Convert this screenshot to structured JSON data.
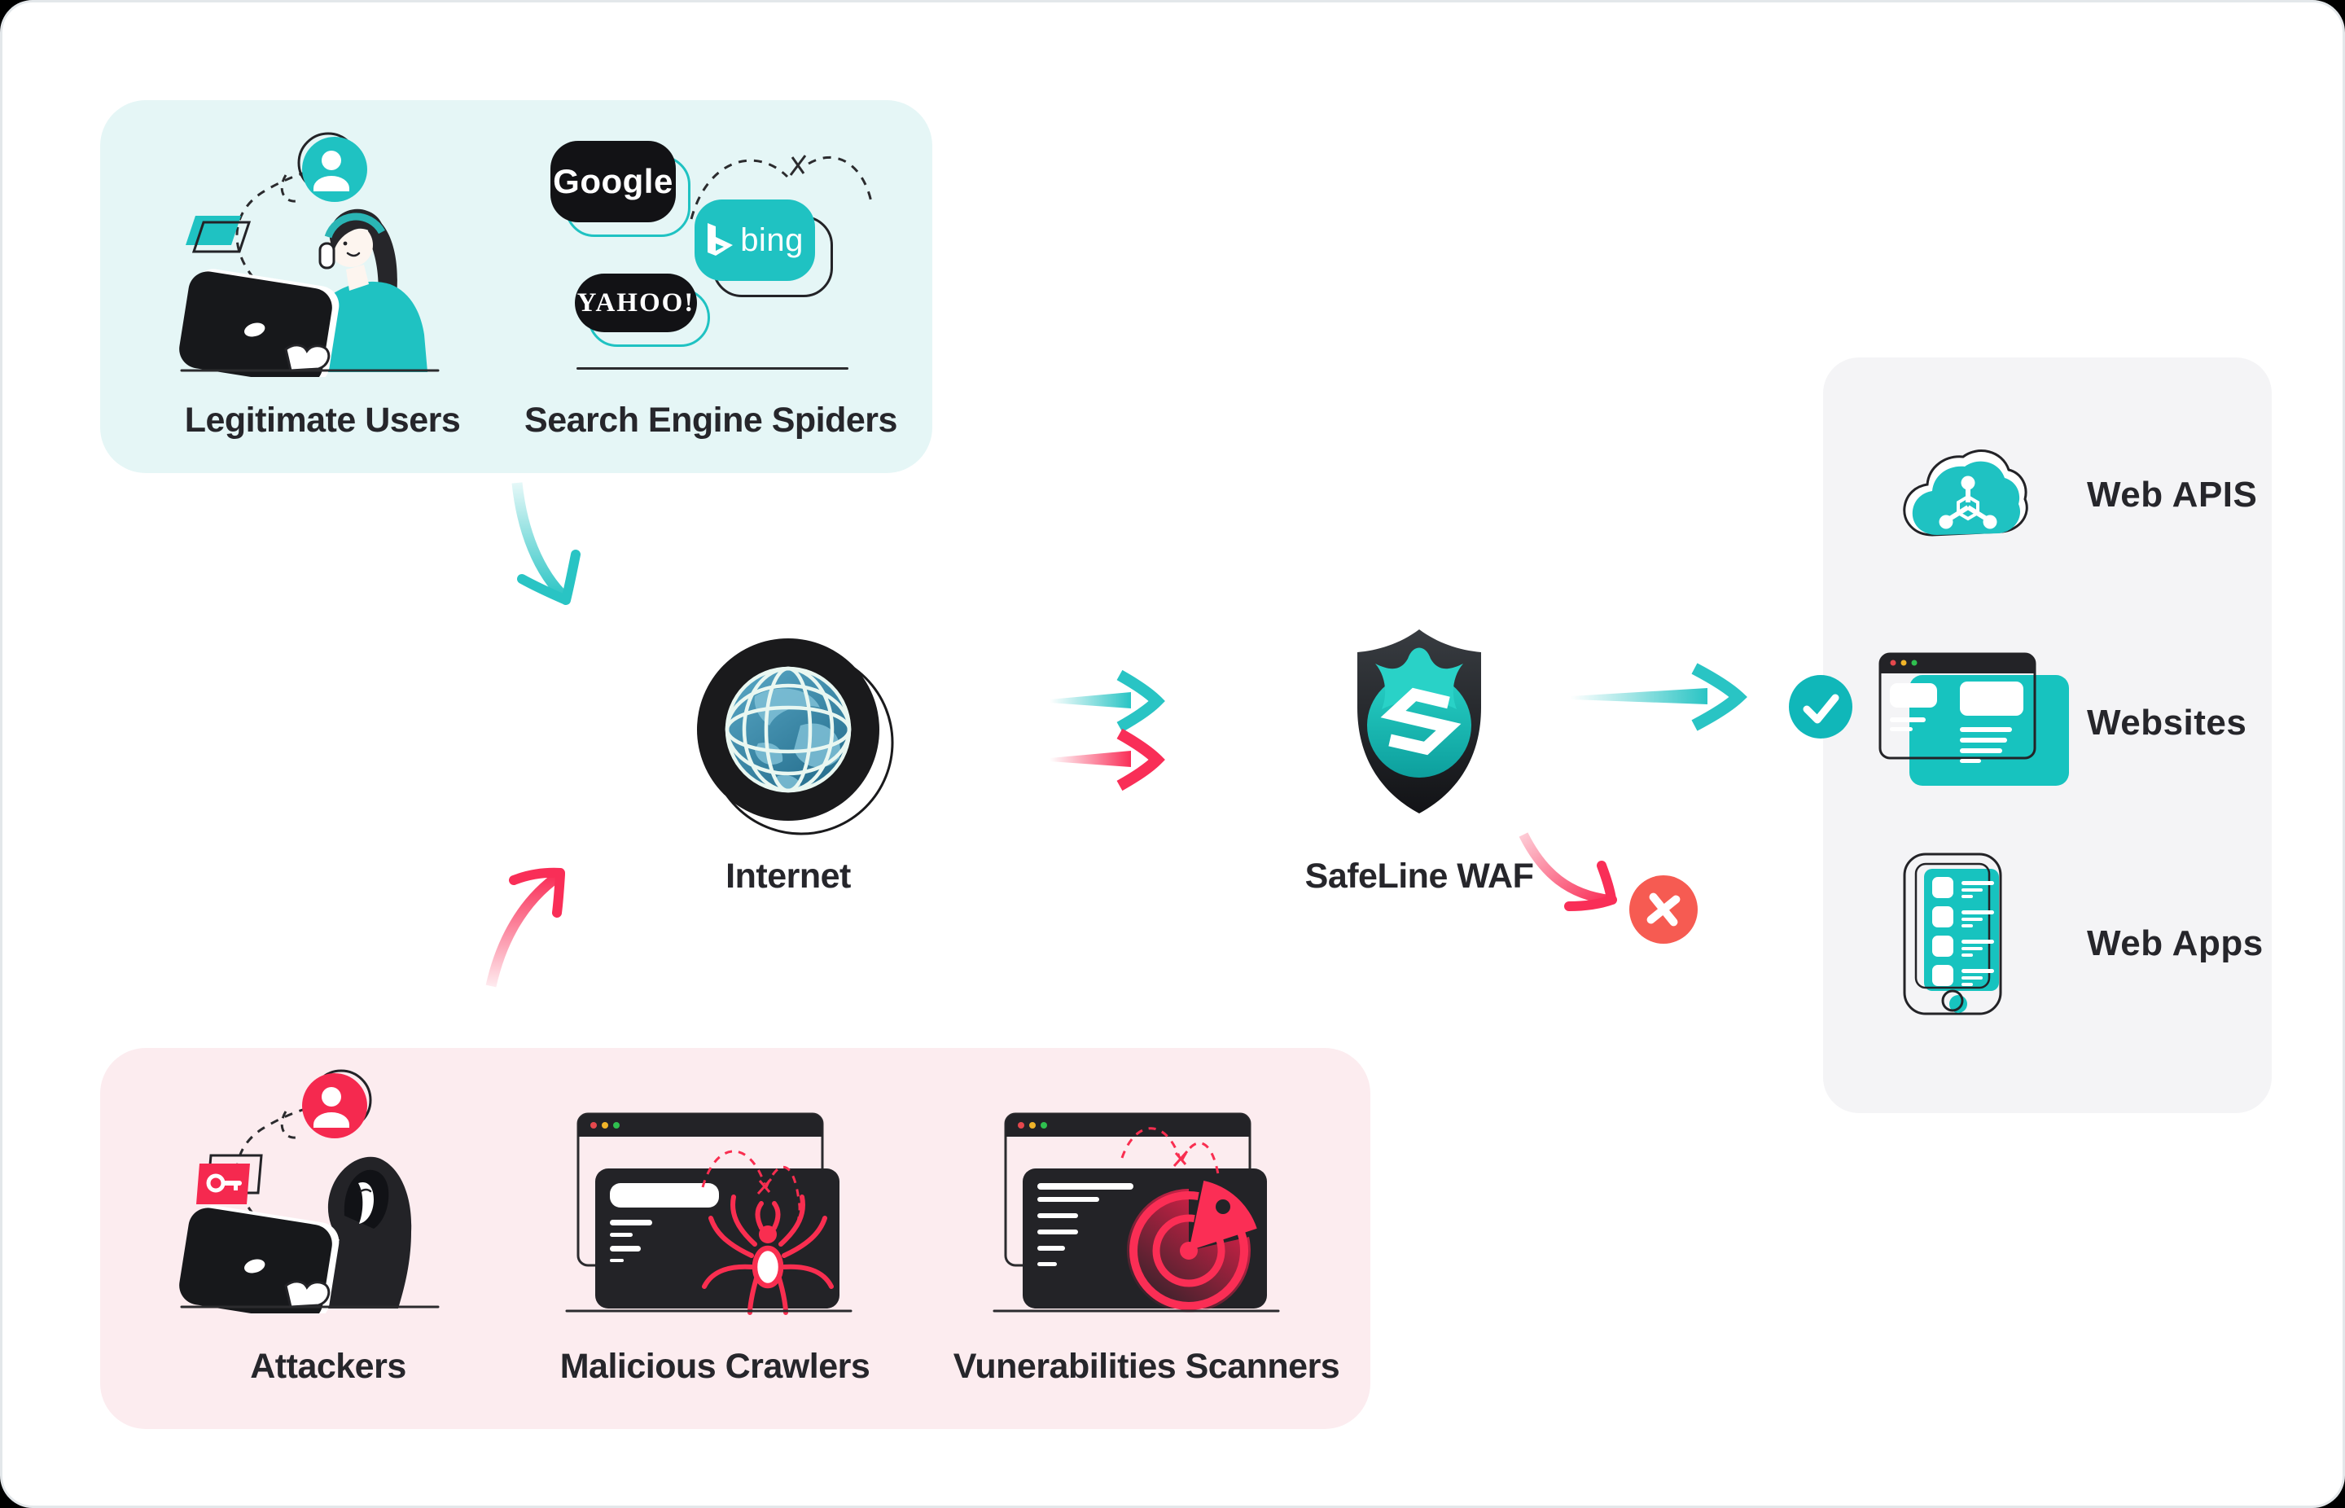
{
  "colors": {
    "teal": "#1fc2c2",
    "teal_dark": "#0fa9a6",
    "crimson": "#f92e57",
    "blocked_red": "#f65b52",
    "allowed_teal": "#10b7b9",
    "mint_panel": "#e5f6f6",
    "pink_panel": "#fcecef",
    "gray_panel": "#f4f4f6",
    "ink": "#26262b",
    "globe_blue": "#4496b8"
  },
  "trusted_panel": {
    "legitimate_users_label": "Legitimate Users",
    "search_spiders_label": "Search Engine Spiders",
    "logos": {
      "google": "Google",
      "bing": "bing",
      "yahoo": "YAHOO!"
    },
    "icons": [
      "user-avatar-icon",
      "google-logo",
      "bing-logo",
      "yahoo-logo"
    ]
  },
  "threat_panel": {
    "attackers_label": "Attackers",
    "crawlers_label": "Malicious Crawlers",
    "scanners_label": "Vunerabilities Scanners",
    "icons": [
      "attacker-avatar-icon",
      "key-card-icon",
      "spider-icon",
      "radar-icon"
    ]
  },
  "internet": {
    "label": "Internet",
    "icon": "globe-icon"
  },
  "waf": {
    "label": "SafeLine WAF",
    "icon": "shield-icon"
  },
  "targets_panel": {
    "items": [
      {
        "label": "Web APIS",
        "icon": "cloud-api-icon"
      },
      {
        "label": "Websites",
        "icon": "browser-window-icon"
      },
      {
        "label": "Web Apps",
        "icon": "tablet-app-icon"
      }
    ]
  },
  "verdicts": {
    "allowed_icon": "check-icon",
    "blocked_icon": "cross-icon"
  }
}
